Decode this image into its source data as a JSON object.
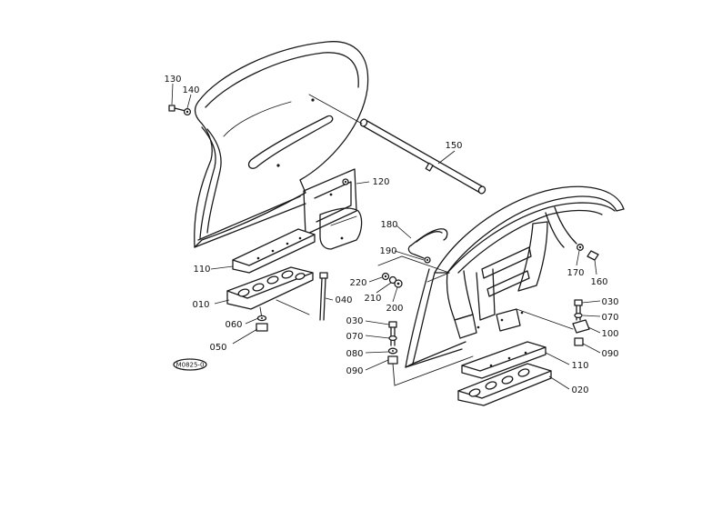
{
  "figure_code": "M0825-0",
  "callouts": {
    "c130": "130",
    "c140": "140",
    "c150": "150",
    "c120": "120",
    "c110_left": "110",
    "c010": "010",
    "c040": "040",
    "c060": "060",
    "c050": "050",
    "c180": "180",
    "c190": "190",
    "c220": "220",
    "c210": "210",
    "c200": "200",
    "c030_center": "030",
    "c070_center": "070",
    "c080": "080",
    "c090_center": "090",
    "c170": "170",
    "c160": "160",
    "c030_right": "030",
    "c070_right": "070",
    "c100": "100",
    "c090_right": "090",
    "c110_right": "110",
    "c020": "020"
  }
}
